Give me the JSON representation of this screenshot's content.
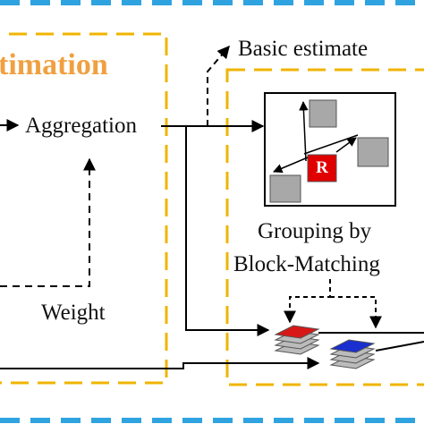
{
  "left_panel": {
    "title": "timation",
    "aggregation_label": "Aggregation",
    "weight_label": "Weight"
  },
  "right_panel": {
    "basic_estimate_label": "Basic estimate",
    "grouping_line1": "Grouping by",
    "grouping_line2": "Block-Matching",
    "reference_block_letter": "R"
  },
  "colors": {
    "panel_border": "#f0b400",
    "outer_border": "#2fa3e0",
    "title_color": "#f0a040",
    "reference_block": "#e00000",
    "stack_red": "#d81818",
    "stack_blue": "#1a2fd0",
    "block_gray": "#a8a8a8"
  }
}
